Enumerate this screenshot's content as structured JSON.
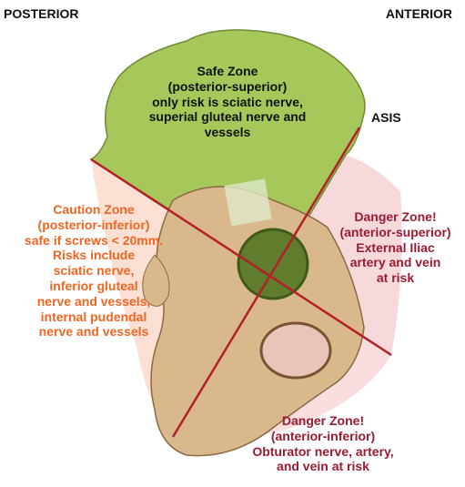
{
  "headers": {
    "left": "POSTERIOR",
    "right": "ANTERIOR"
  },
  "landmark": {
    "asis": "ASIS"
  },
  "zones": {
    "safe": {
      "color": "#111111",
      "lines": [
        "Safe Zone",
        "(posterior-superior)",
        "only risk is sciatic nerve,",
        "superial gluteal nerve and",
        "vessels"
      ]
    },
    "caution": {
      "color": "#f26522",
      "lines": [
        "Caution Zone",
        "(posterior-inferior)",
        "safe if screws < 20mm.",
        "Risks include",
        "sciatic nerve,",
        "inferior gluteal",
        "nerve and vessels,",
        "internal pudendal",
        "nerve and vessels"
      ]
    },
    "danger_anterior_superior": {
      "color": "#9b1b30",
      "lines": [
        "Danger Zone!",
        "(anterior-superior)",
        "External Iliac",
        "artery and vein",
        "at risk"
      ]
    },
    "danger_anterior_inferior": {
      "color": "#9b1b30",
      "lines": [
        "Danger Zone!",
        "(anterior-inferior)",
        "Obturator nerve, artery,",
        "and vein at risk"
      ]
    }
  },
  "colors": {
    "divider_line": "#b3202a",
    "safe_zone_fill": "#a6c85a",
    "caution_zone_fill": "#f9c7ae",
    "danger_zone_fill": "#f1b3b7",
    "bone": "#d9b98c"
  }
}
